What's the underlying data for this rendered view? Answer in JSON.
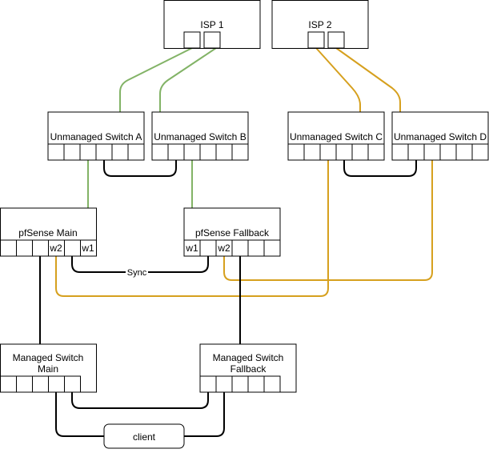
{
  "colors": {
    "green": "#82b366",
    "orange": "#d6a01e",
    "black": "#000000"
  },
  "nodes": {
    "isp1": "ISP 1",
    "isp2": "ISP 2",
    "switch_a": "Unmanaged Switch A",
    "switch_b": "Unmanaged Switch B",
    "switch_c": "Unmanaged Switch C",
    "switch_d": "Unmanaged Switch D",
    "pf_main": "pfSense Main",
    "pf_fallback": "pfSense Fallback",
    "ms_main": [
      "Managed Switch",
      "Main"
    ],
    "ms_fallback": [
      "Managed Switch",
      "Fallback"
    ],
    "client": "client"
  },
  "ports": {
    "pf_main_w2": "w2",
    "pf_main_w1": "w1",
    "pf_fallback_w1": "w1",
    "pf_fallback_w2": "w2"
  },
  "edges": {
    "sync_label": "Sync"
  }
}
